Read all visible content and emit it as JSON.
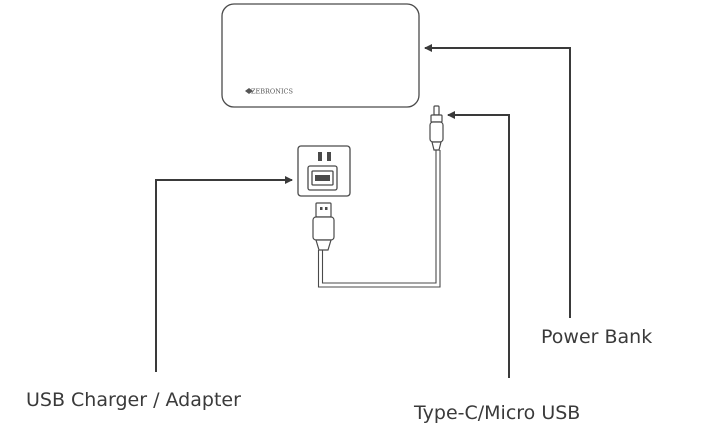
{
  "device": {
    "brand_text": "ZEBRONICS"
  },
  "labels": {
    "power_bank": "Power Bank",
    "usb_charger": "USB Charger / Adapter",
    "cable": "Type-C/Micro USB"
  },
  "colors": {
    "stroke": "#4a4a4a",
    "arrow": "#3a3a3a",
    "text": "#3a3a3a"
  }
}
